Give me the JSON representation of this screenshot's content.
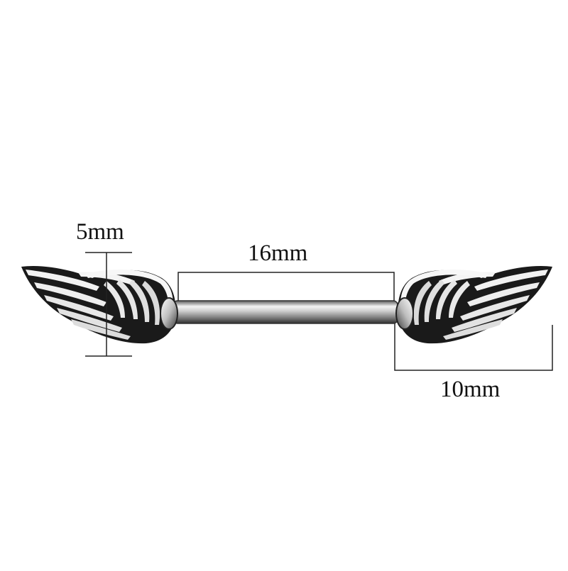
{
  "dimensions": {
    "wing_height": "5mm",
    "bar_length": "16mm",
    "wing_width": "10mm"
  },
  "colors": {
    "background": "#ffffff",
    "dimension_line": "#222222",
    "metal_dark": "#1a1a1a",
    "metal_light": "#f2f2f2",
    "metal_mid": "#9a9a9a"
  }
}
